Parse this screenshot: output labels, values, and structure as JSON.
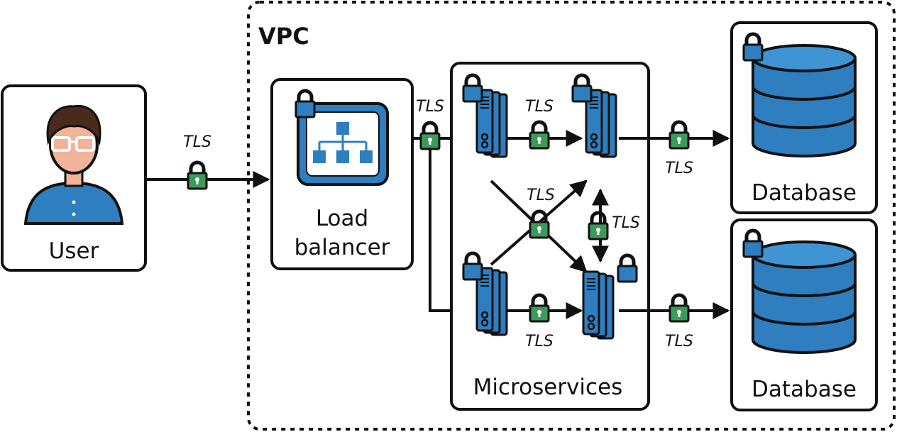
{
  "vpc": {
    "label": "VPC"
  },
  "user": {
    "label": "User"
  },
  "load_balancer": {
    "label_line1": "Load",
    "label_line2": "balancer"
  },
  "microservices": {
    "label": "Microservices"
  },
  "databases": [
    {
      "label": "Database"
    },
    {
      "label": "Database"
    }
  ],
  "connection_label": "TLS",
  "colors": {
    "primary_blue": "#2e7ec0",
    "dark_blue": "#1a5a94",
    "lock_green": "#3b9c5a",
    "line": "#111111"
  }
}
